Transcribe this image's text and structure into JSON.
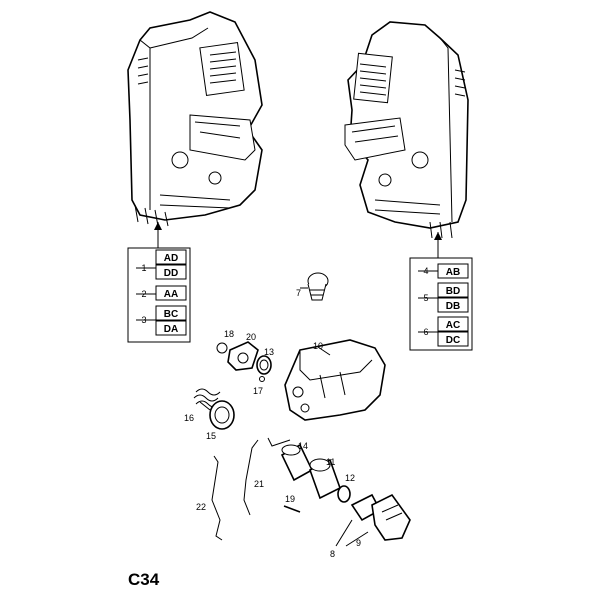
{
  "page_code": "C34",
  "left_variants": [
    {
      "num": "1",
      "codes": [
        "AD",
        "DD"
      ]
    },
    {
      "num": "2",
      "codes": [
        "AA"
      ]
    },
    {
      "num": "3",
      "codes": [
        "BC",
        "DA"
      ]
    }
  ],
  "right_variants": [
    {
      "num": "4",
      "codes": [
        "AB"
      ]
    },
    {
      "num": "5",
      "codes": [
        "BD",
        "DB"
      ]
    },
    {
      "num": "6",
      "codes": [
        "AC",
        "DC"
      ]
    }
  ],
  "part_labels": [
    "7",
    "8",
    "9",
    "10",
    "11",
    "12",
    "13",
    "14",
    "15",
    "16",
    "17",
    "18",
    "19",
    "20",
    "21",
    "22"
  ]
}
